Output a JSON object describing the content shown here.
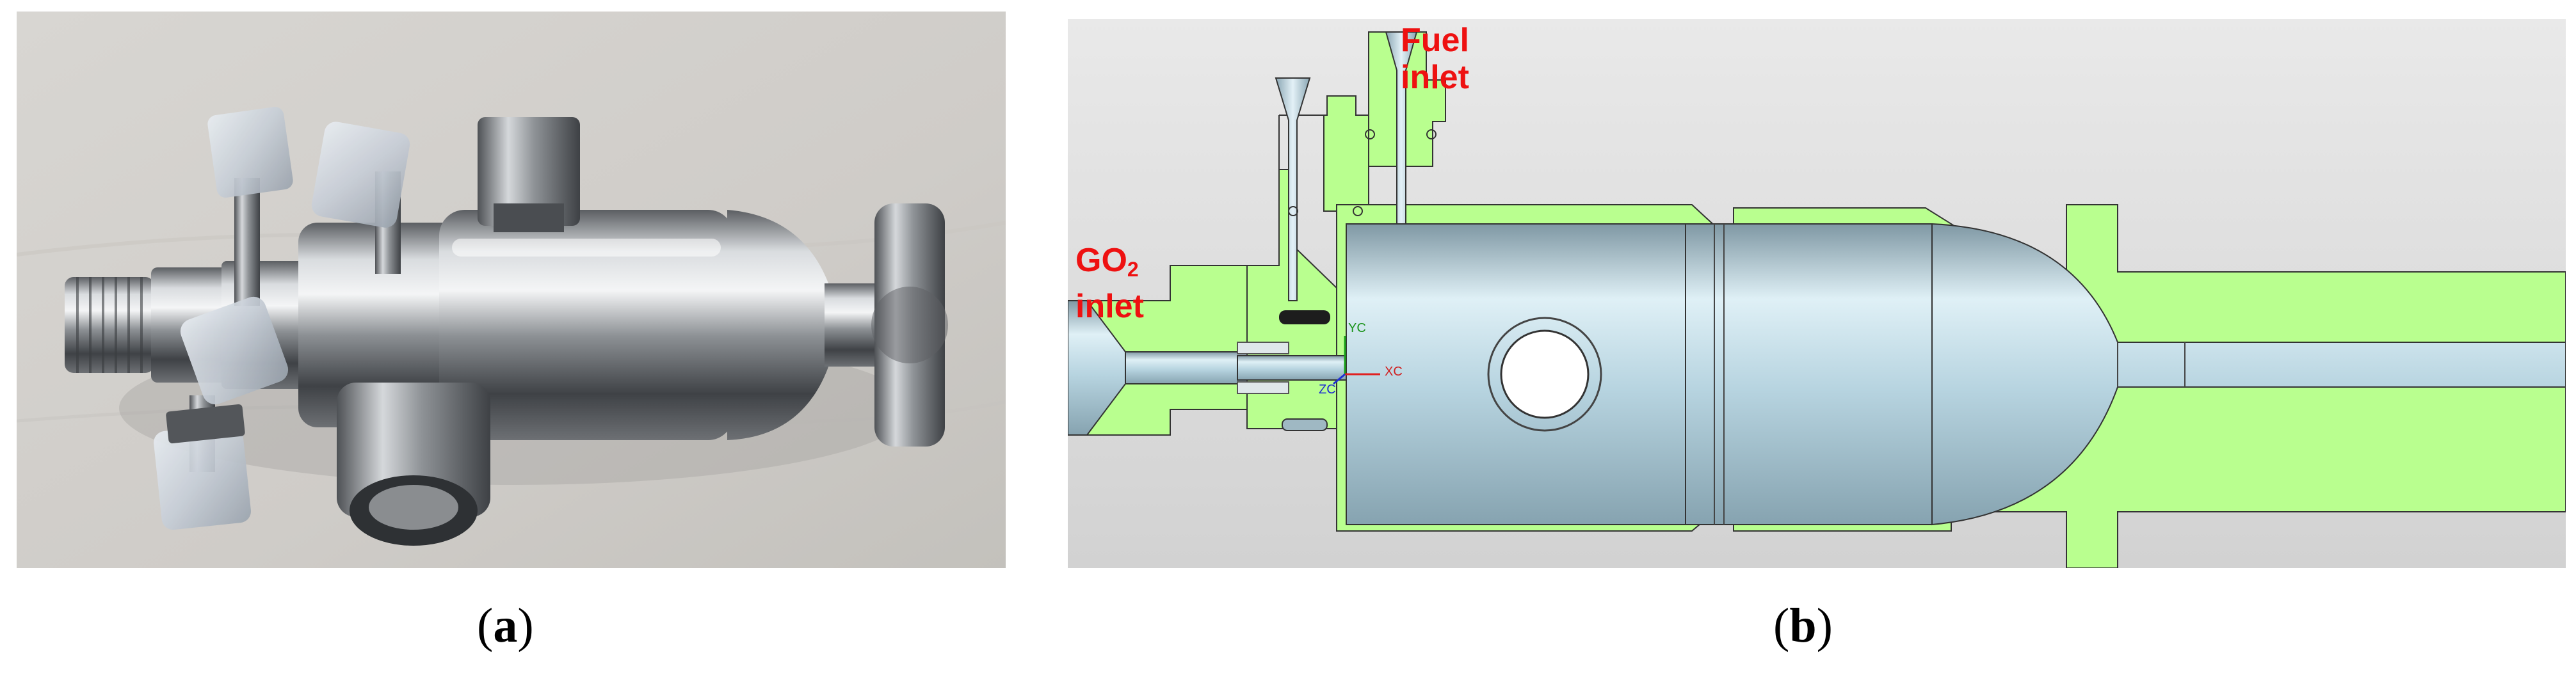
{
  "panel_a": {
    "caption_open": "(",
    "caption_letter": "a",
    "caption_close": ")"
  },
  "panel_b": {
    "caption_open": "(",
    "caption_letter": "b",
    "caption_close": ")",
    "labels": {
      "fuel_line1": "Fuel",
      "fuel_line2": "inlet",
      "go2_main": "GO",
      "go2_sub": "2",
      "go2_line2": "inlet"
    },
    "axis_triad": {
      "x_label": "XC",
      "y_label": "YC",
      "z_label": "ZC"
    }
  },
  "colors": {
    "cad_body": "#b9ff8f",
    "cad_metal": "#b8d8e6",
    "label_red": "#ee1111"
  }
}
